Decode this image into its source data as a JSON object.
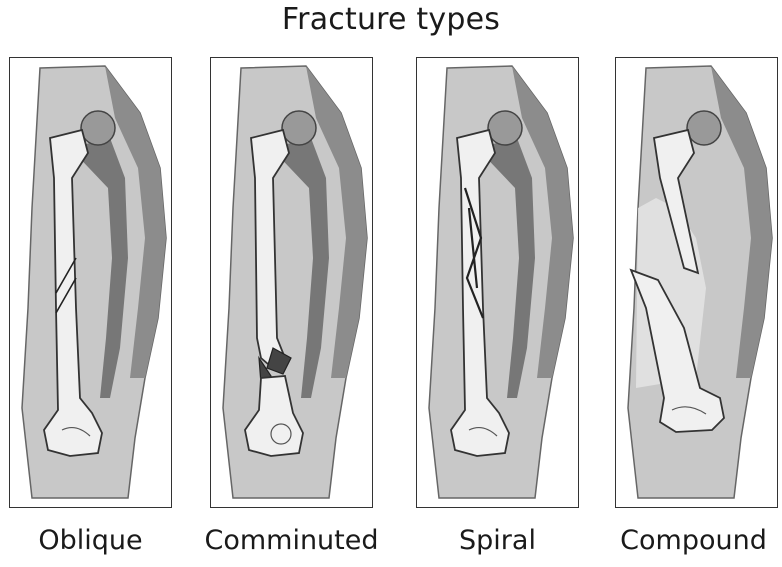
{
  "title": "Fracture types",
  "panels": [
    {
      "label": "Oblique"
    },
    {
      "label": "Comminuted"
    },
    {
      "label": "Spiral"
    },
    {
      "label": "Compound"
    }
  ]
}
